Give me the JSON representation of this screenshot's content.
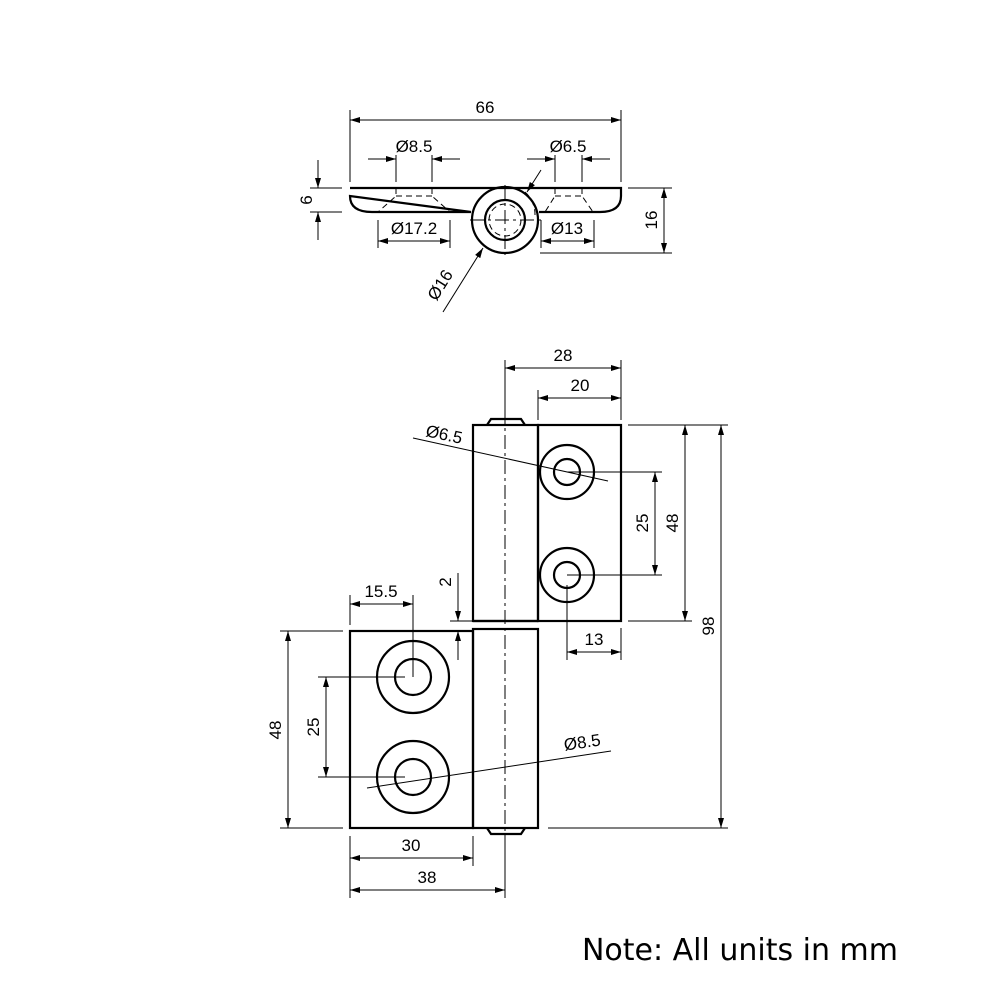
{
  "top_view": {
    "width_66": "66",
    "hole_8_5": "Ø8.5",
    "hole_6_5": "Ø6.5",
    "thickness_6": "6",
    "countersink_17_2": "Ø17.2",
    "countersink_13": "Ø13",
    "barrel_16": "Ø16",
    "height_16": "16"
  },
  "front_view": {
    "upper_width_28": "28",
    "upper_width_20": "20",
    "upper_hole_6_5": "Ø6.5",
    "upper_spacing_25": "25",
    "upper_height_48": "48",
    "total_height_98": "98",
    "edge_13": "13",
    "gap_2": "2",
    "edge_15_5": "15.5",
    "lower_height_48": "48",
    "lower_spacing_25": "25",
    "lower_hole_8_5": "Ø8.5",
    "lower_width_30": "30",
    "lower_width_38": "38"
  },
  "note": "Note: All units in mm"
}
